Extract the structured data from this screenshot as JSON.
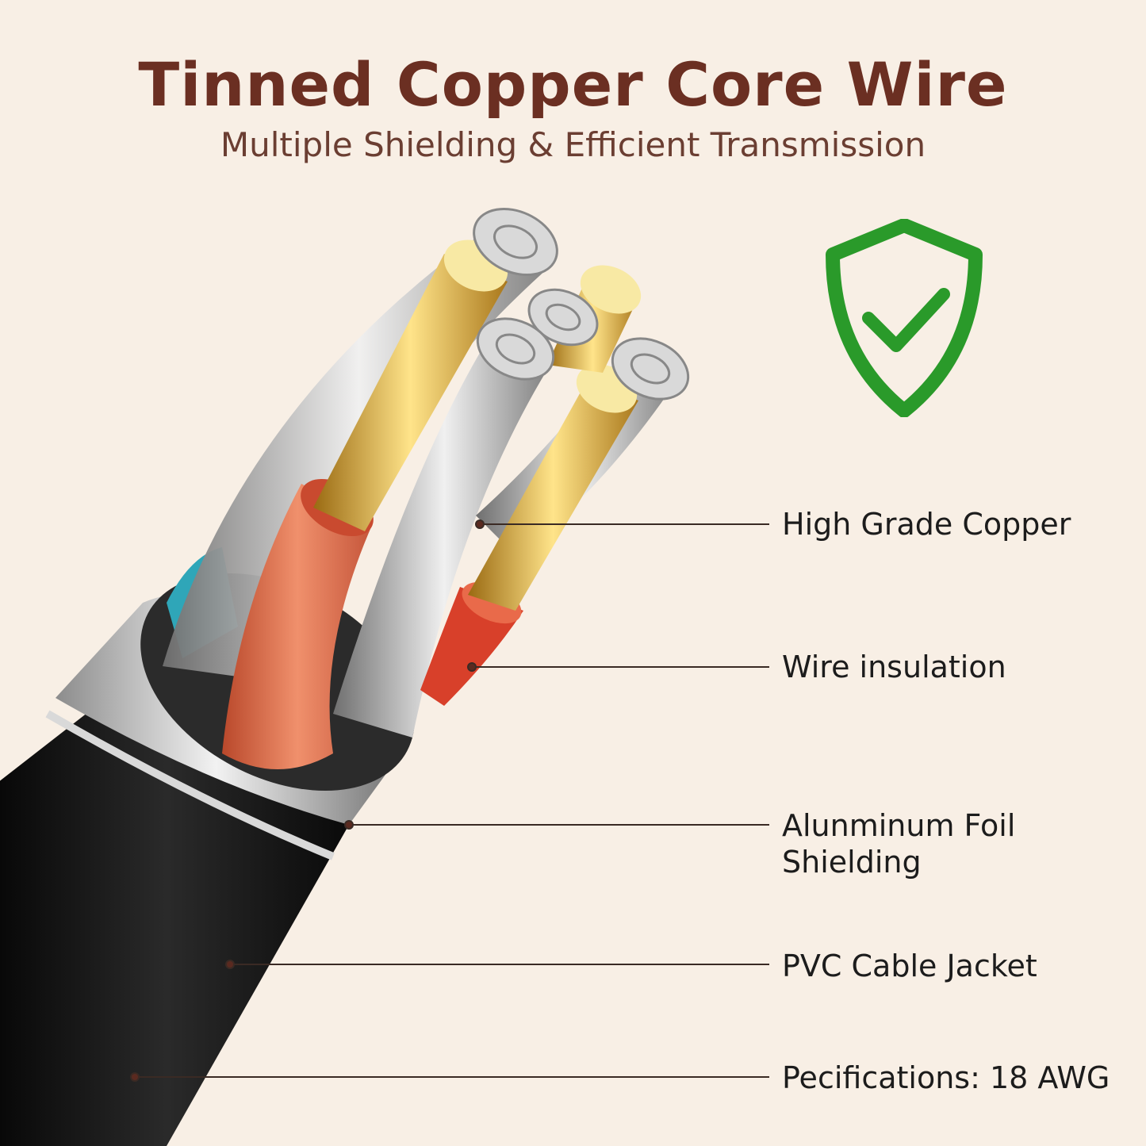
{
  "header": {
    "title": "Tinned Copper Core Wire",
    "subtitle": "Multiple Shielding & Efficient Transmission"
  },
  "badge": {
    "icon": "shield-check-icon",
    "color": "#2a9a2a"
  },
  "callouts": [
    {
      "label": "High Grade Copper"
    },
    {
      "label": "Wire insulation"
    },
    {
      "label": "Alunminum Foil",
      "label2": "Shielding"
    },
    {
      "label": "PVC Cable Jacket"
    },
    {
      "label": "Pecifications: 18 AWG"
    }
  ],
  "colors": {
    "background": "#f8efe5",
    "title": "#6b2f22",
    "jacket": "#151515",
    "foil": "#c9c9c9",
    "insulation_orange": "#e0734f",
    "insulation_red": "#d8402a",
    "insulation_blue": "#2fa6b8",
    "copper": "#e0b64a",
    "tin": "#c4c4c4"
  }
}
